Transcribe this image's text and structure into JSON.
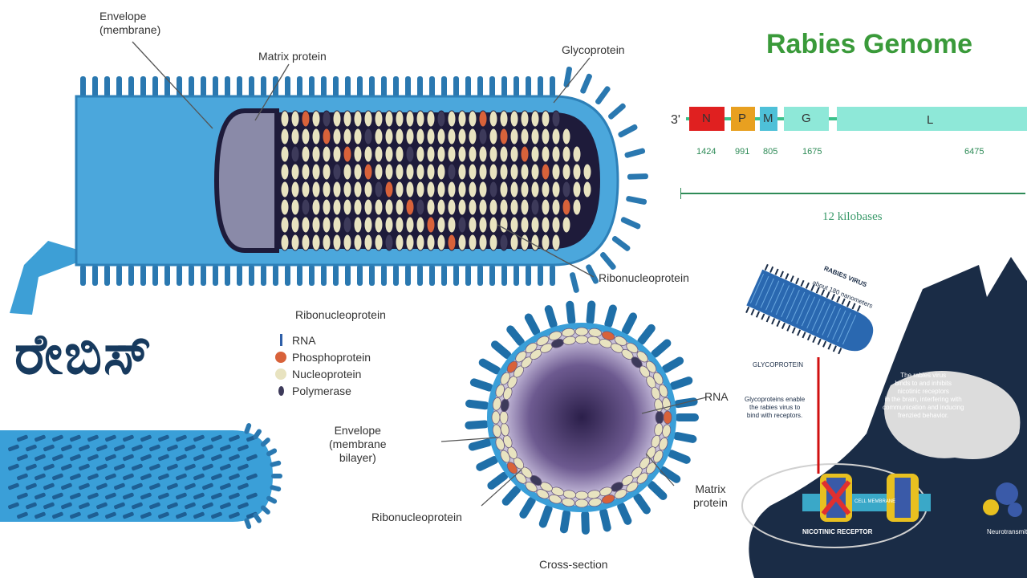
{
  "virion": {
    "envelope_label": "Envelope\n(membrane)",
    "matrix_label": "Matrix protein",
    "glyco_label": "Glycoprotein",
    "rnp_label": "Ribonucleoprotein"
  },
  "legend": {
    "title": "Ribonucleoprotein",
    "items": [
      {
        "label": "RNA",
        "color": "#2f5fa8",
        "shape": "bar"
      },
      {
        "label": "Phosphoprotein",
        "color": "#d8623a",
        "shape": "circle"
      },
      {
        "label": "Nucleoprotein",
        "color": "#e8e3c0",
        "shape": "circle"
      },
      {
        "label": "Polymerase",
        "color": "#3d3a5a",
        "shape": "oval"
      }
    ]
  },
  "kannada_title": "ರೇಬಿಸ್",
  "cross_section": {
    "rna_label": "RNA",
    "envelope_label": "Envelope\n(membrane\nbilayer)",
    "matrix_label": "Matrix\nprotein",
    "rnp_label": "Ribonucleoprotein",
    "caption": "Cross-section"
  },
  "genome": {
    "title": "Rabies Genome",
    "strand": "3'",
    "genes": [
      {
        "name": "N",
        "length": "1424",
        "color": "#e02020"
      },
      {
        "name": "P",
        "length": "991",
        "color": "#e8a020"
      },
      {
        "name": "M",
        "length": "805",
        "color": "#4ec0d8"
      },
      {
        "name": "G",
        "length": "1675",
        "color": "#8ee8d8"
      },
      {
        "name": "L",
        "length": "6475",
        "color": "#8ee8d8"
      }
    ],
    "scale_label": "12 kilobases"
  },
  "panel": {
    "virus_label": "RABIES VIRUS",
    "size_label": "about 180 nanometers",
    "glyco_label": "GLYCOPROTEIN",
    "glyco_desc": "Glycoproteins enable\nthe rabies virus to\nbind with receptors.",
    "brain_desc": "The rabies virus\nbinds to and inhibits\nnicotinic receptors\nin the brain, interfering with\ncommunication and inducing\nfrenzied behavior.",
    "receptor_label": "NICOTINIC RECEPTOR",
    "cell_label": "CELL MEMBRANE",
    "neuro_label": "Neurotransmitter"
  }
}
